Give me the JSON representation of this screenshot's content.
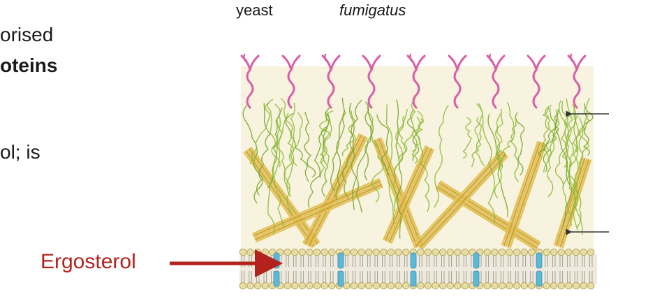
{
  "header": {
    "col1": "yeast",
    "col2": "fumigatus"
  },
  "left_text": {
    "line1": "orised",
    "line2": "oteins",
    "line3": "ol; is"
  },
  "ergosterol_label": "Ergosterol",
  "colors": {
    "ergosterol": "#b3221c",
    "mannoprotein": "#d95fa8",
    "glucan": "#8fbd3a",
    "chitin": "#e4c25a",
    "lipid_head": "#e8dca0",
    "ergosterol_molecule": "#5bb8d6",
    "wall_background": "#f8f3df"
  },
  "icons": [
    "mannoprotein-strand-icon",
    "glucan-fiber-icon",
    "chitin-bundle-icon",
    "lipid-bilayer-icon",
    "ergosterol-molecule-icon",
    "arrow-icon"
  ]
}
